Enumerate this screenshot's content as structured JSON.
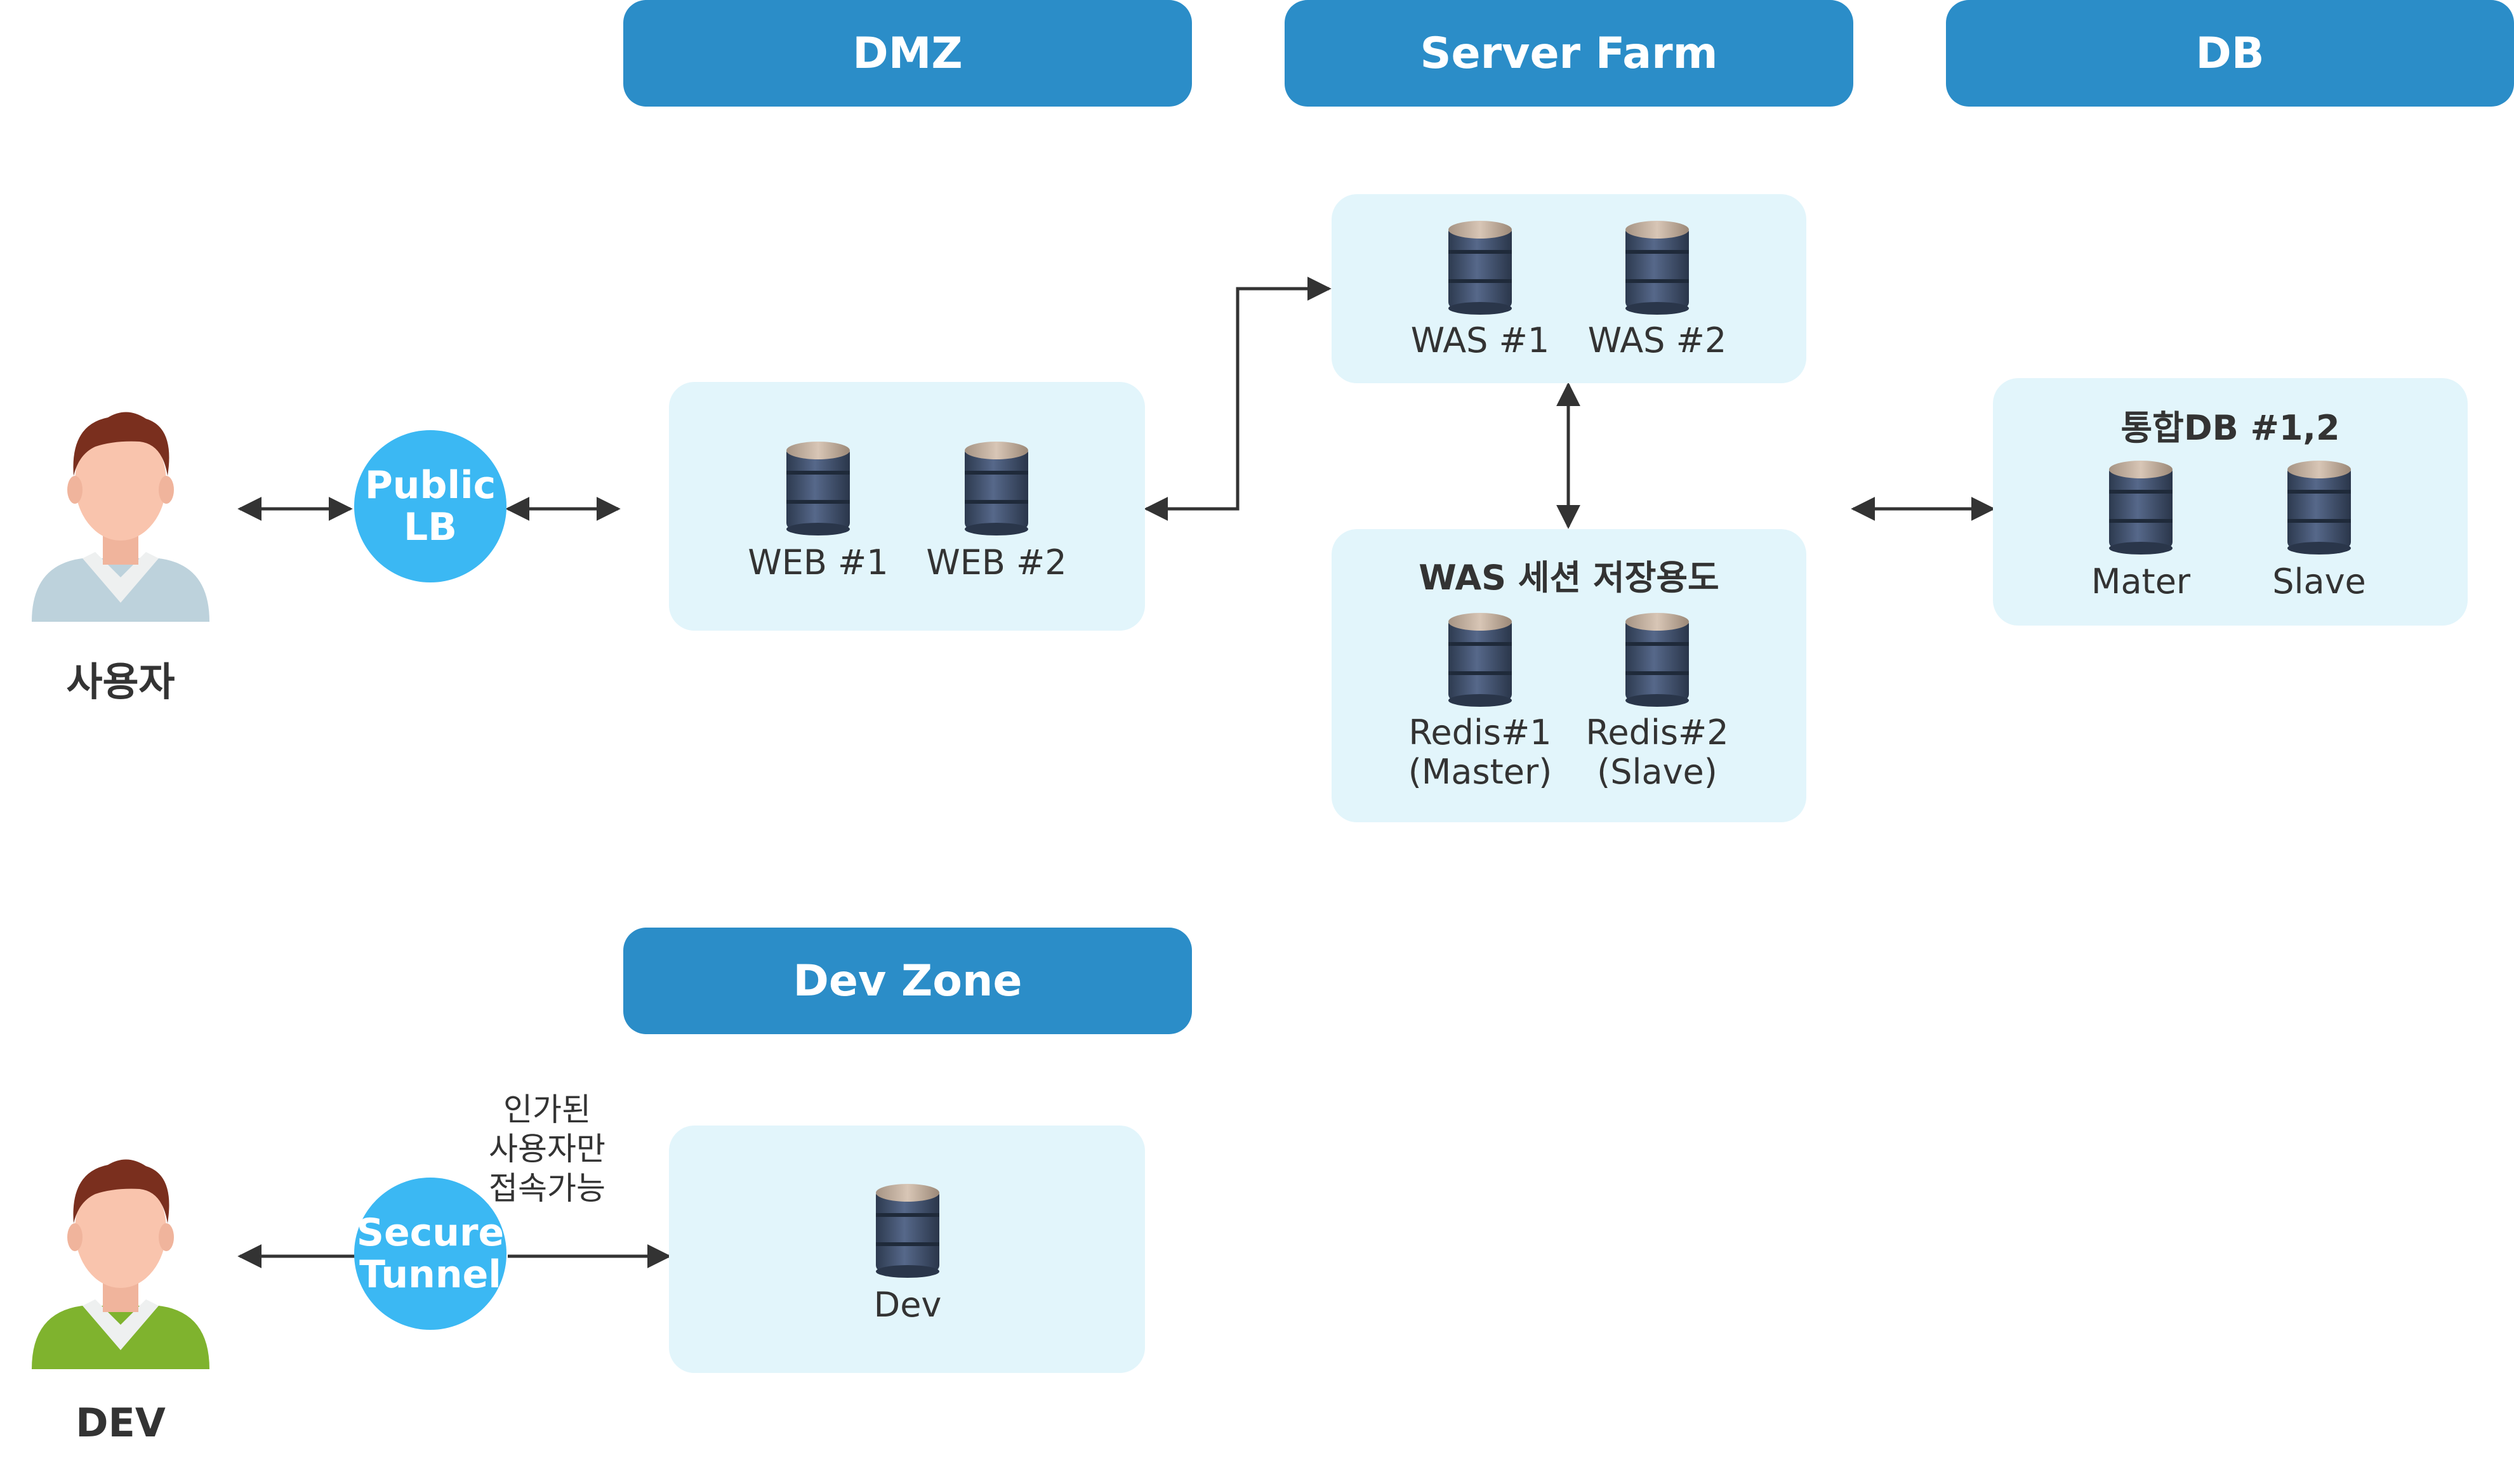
{
  "zones": {
    "dmz": "DMZ",
    "server_farm": "Server Farm",
    "db": "DB",
    "dev_zone": "Dev Zone"
  },
  "actors": {
    "user": "사용자",
    "dev": "DEV"
  },
  "load_balancers": {
    "public_lb": [
      "Public",
      "LB"
    ],
    "secure_tunnel": [
      "Secure",
      "Tunnel"
    ]
  },
  "servers": {
    "web1": "WEB #1",
    "web2": "WEB #2",
    "was1": "WAS #1",
    "was2": "WAS #2",
    "redis_title": "WAS 세션 저장용도",
    "redis1": [
      "Redis#1",
      "(Master)"
    ],
    "redis2": [
      "Redis#2",
      "(Slave)"
    ],
    "db_title": "통합DB #1,2",
    "master": "Mater",
    "slave": "Slave",
    "dev": "Dev"
  },
  "notes": {
    "tunnel_note": [
      "인가된",
      "사용자만",
      "접속가능"
    ]
  },
  "colors": {
    "header": "#2b8dc8",
    "zone_fill": "#e2f5fb",
    "lb_circle": "#3bb8f3",
    "db_body": "#3c4d66",
    "arrow": "#333333",
    "user_shirt": "#bdd2dc",
    "dev_shirt": "#7fb32e",
    "hair": "#7a2f1e",
    "skin": "#f9c4ad"
  },
  "icons": {
    "server": "database-cylinder-icon",
    "person": "person-avatar-icon"
  }
}
